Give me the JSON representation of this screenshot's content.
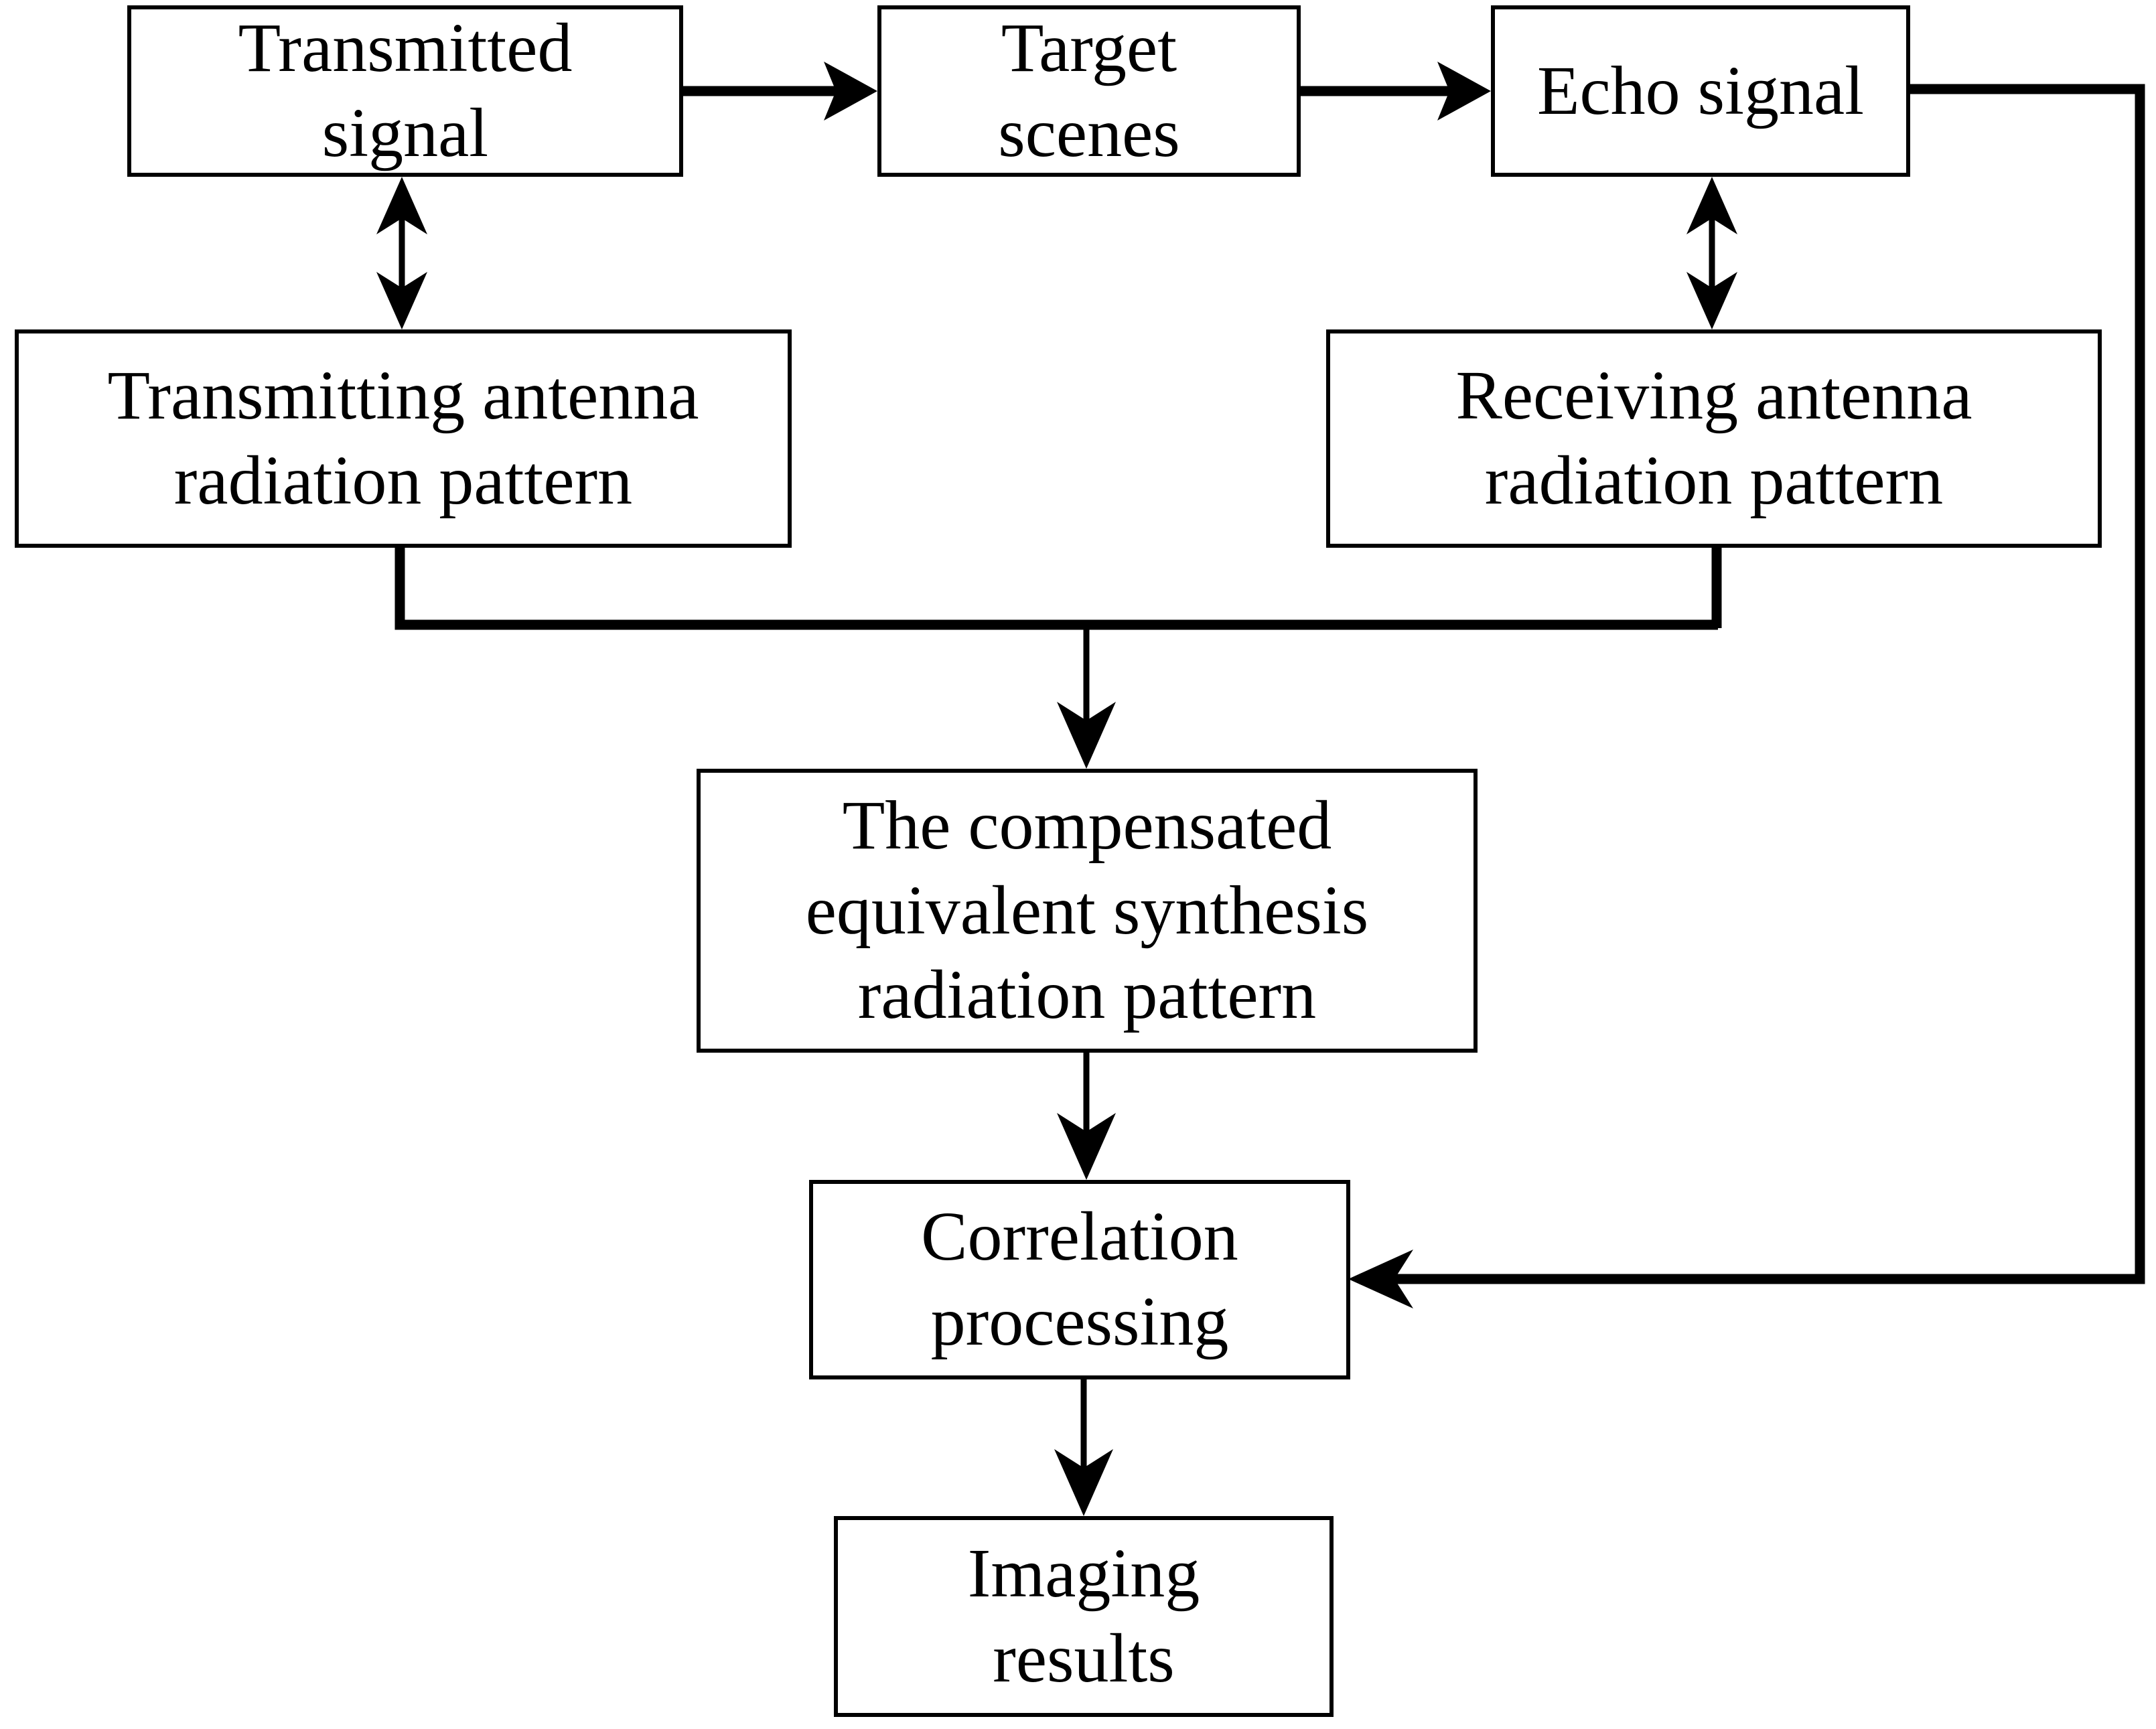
{
  "diagram": {
    "title": "Radar imaging signal processing flowchart",
    "type": "flowchart",
    "background_color": "#ffffff",
    "line_color": "#000000",
    "text_color": "#000000",
    "nodes": [
      {
        "id": "transmitted_signal",
        "label": "Transmitted\nsignal"
      },
      {
        "id": "target_scenes",
        "label": "Target\nscenes"
      },
      {
        "id": "echo_signal",
        "label": "Echo signal"
      },
      {
        "id": "tx_antenna",
        "label": "Transmitting antenna\nradiation pattern"
      },
      {
        "id": "rx_antenna",
        "label": "Receiving antenna\nradiation pattern"
      },
      {
        "id": "compensated",
        "label": "The compensated\nequivalent synthesis\nradiation pattern"
      },
      {
        "id": "correlation",
        "label": "Correlation\nprocessing"
      },
      {
        "id": "imaging",
        "label": "Imaging\nresults"
      }
    ],
    "edges": [
      {
        "from": "transmitted_signal",
        "to": "target_scenes",
        "style": "arrow"
      },
      {
        "from": "target_scenes",
        "to": "echo_signal",
        "style": "arrow"
      },
      {
        "from": "transmitted_signal",
        "to": "tx_antenna",
        "style": "double-arrow"
      },
      {
        "from": "echo_signal",
        "to": "rx_antenna",
        "style": "double-arrow"
      },
      {
        "from": "tx_antenna",
        "to": "compensated",
        "style": "bus-arrow"
      },
      {
        "from": "rx_antenna",
        "to": "compensated",
        "style": "bus-arrow"
      },
      {
        "from": "compensated",
        "to": "correlation",
        "style": "arrow"
      },
      {
        "from": "echo_signal",
        "to": "correlation",
        "style": "routed-arrow"
      },
      {
        "from": "correlation",
        "to": "imaging",
        "style": "arrow"
      }
    ]
  }
}
